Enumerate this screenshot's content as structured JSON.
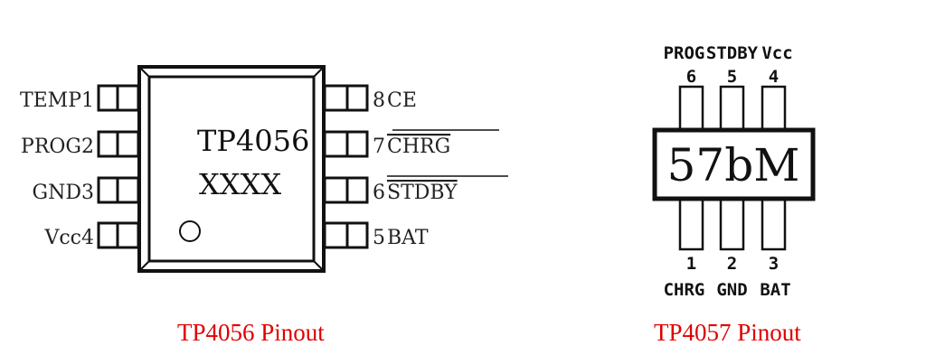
{
  "tp4056": {
    "marking_line1": "TP4056",
    "marking_line2": "XXXX",
    "left_pins": [
      {
        "name": "TEMP",
        "number": "1"
      },
      {
        "name": "PROG",
        "number": "2"
      },
      {
        "name": "GND",
        "number": "3"
      },
      {
        "name": "Vcc",
        "number": "4"
      }
    ],
    "right_pins": [
      {
        "number": "8",
        "name": "CE",
        "overline": false
      },
      {
        "number": "7",
        "name": "CHRG",
        "overline": true
      },
      {
        "number": "6",
        "name": "STDBY",
        "overline": true
      },
      {
        "number": "5",
        "name": "BAT",
        "overline": false
      }
    ],
    "caption": "TP4056 Pinout"
  },
  "tp4057": {
    "marking": "57bM",
    "top_pins": [
      {
        "name": "PROG",
        "number": "6"
      },
      {
        "name": "STDBY",
        "number": "5"
      },
      {
        "name": "Vcc",
        "number": "4"
      }
    ],
    "bottom_pins": [
      {
        "name": "CHRG",
        "number": "1"
      },
      {
        "name": "GND",
        "number": "2"
      },
      {
        "name": "BAT",
        "number": "3"
      }
    ],
    "caption": "TP4057 Pinout"
  },
  "colors": {
    "caption": "#e00000",
    "line": "#111111"
  }
}
